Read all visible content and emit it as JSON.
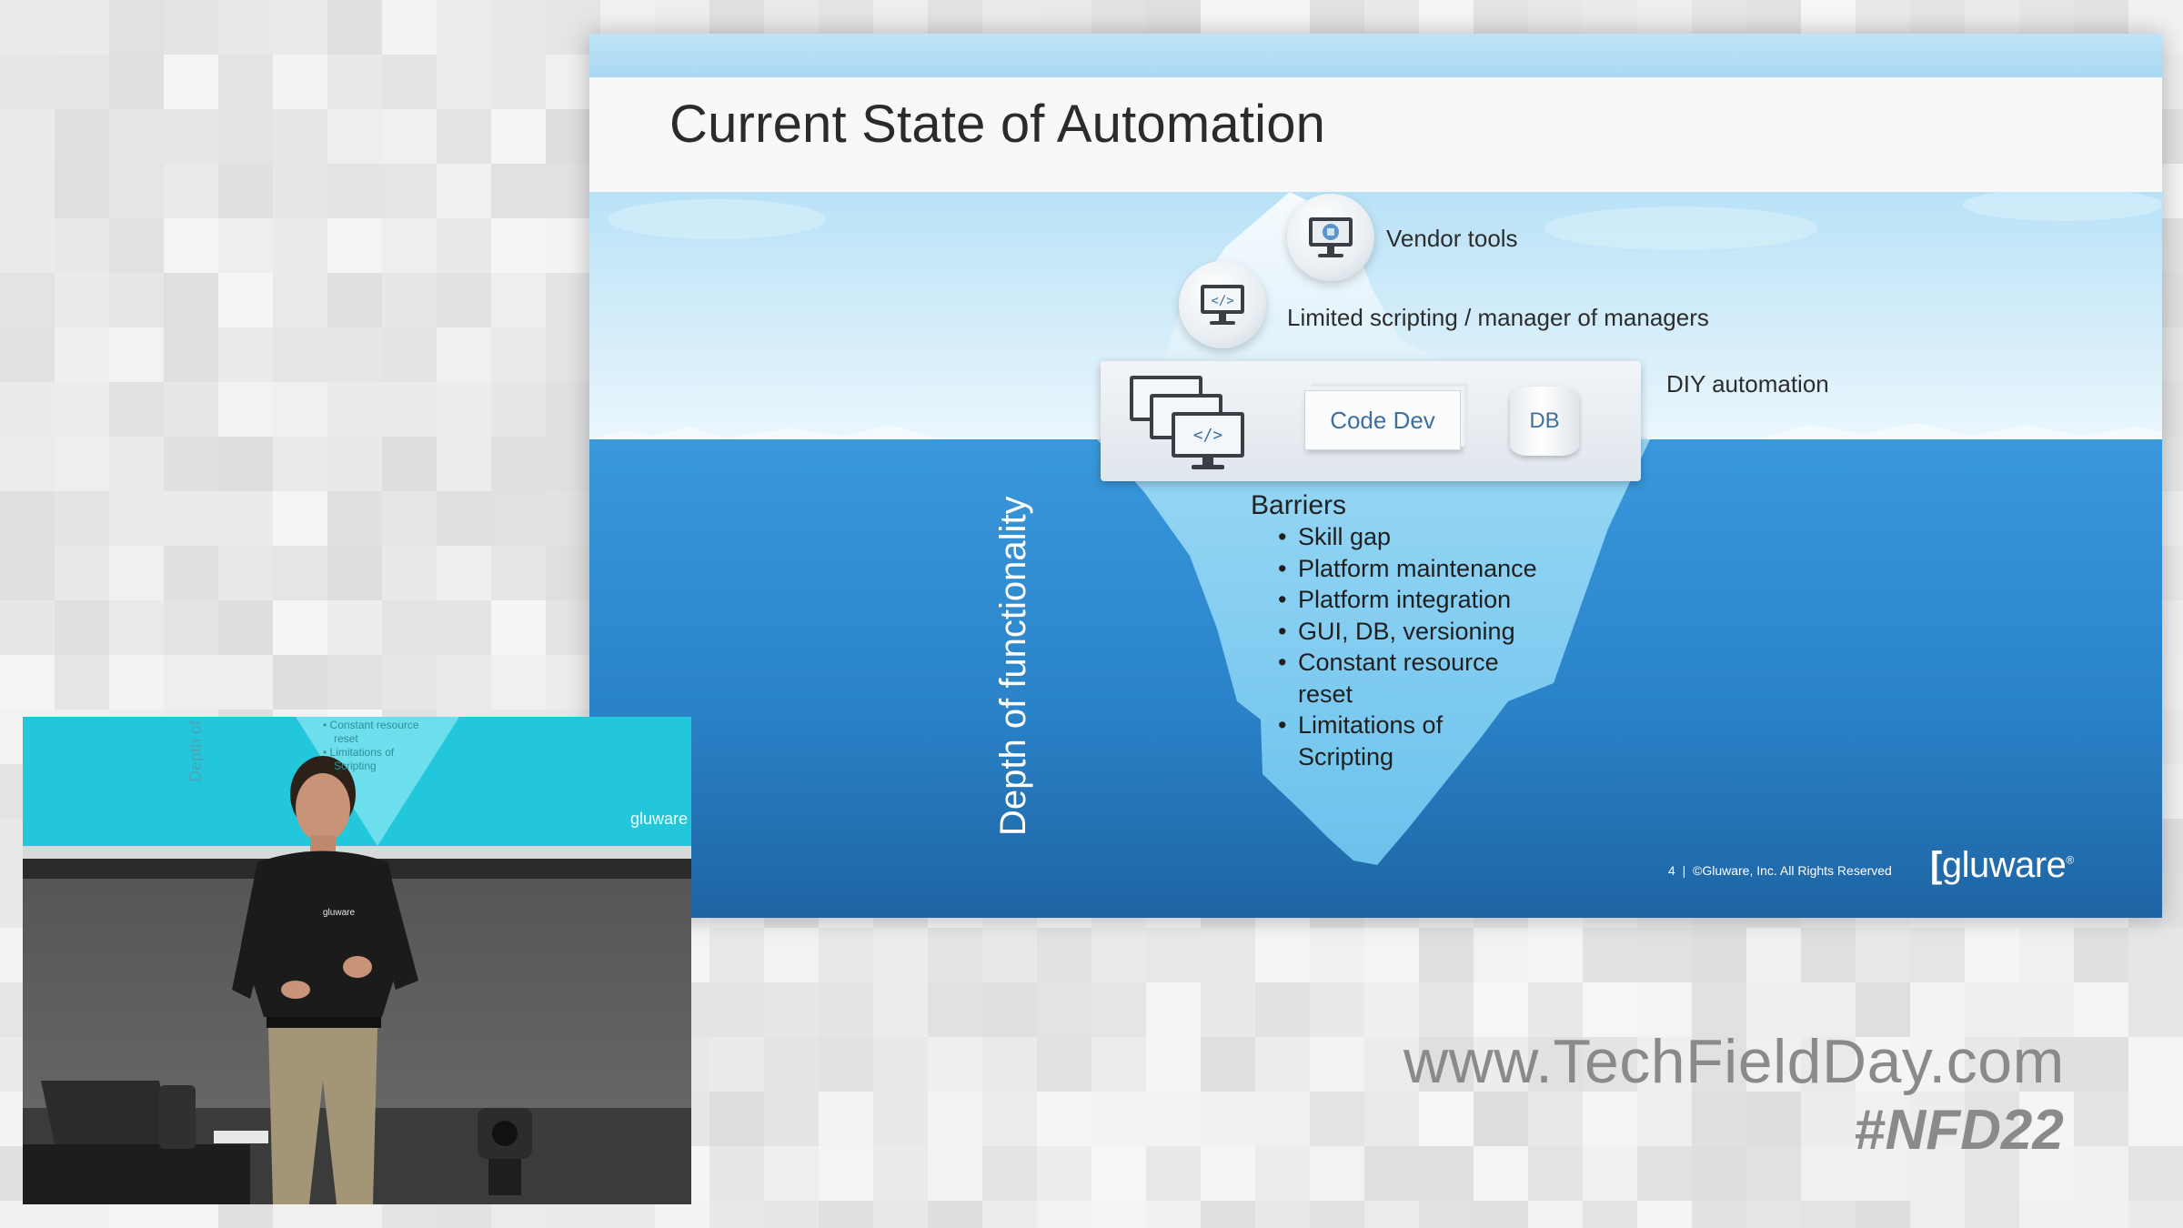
{
  "slide": {
    "title": "Current State of Automation",
    "levels": {
      "vendor_tools": "Vendor tools",
      "limited_scripting": "Limited scripting / manager of managers",
      "diy_automation": "DIY automation"
    },
    "diy_items": {
      "code_dev": "Code Dev",
      "db": "DB"
    },
    "barriers": {
      "title": "Barriers",
      "items": [
        "Skill gap",
        "Platform maintenance",
        "Platform integration",
        "GUI, DB, versioning",
        "Constant resource reset",
        "Limitations of Scripting"
      ]
    },
    "axis_label": "Depth of functionality",
    "footer": {
      "page": "4",
      "copyright": "©Gluware, Inc. All Rights Reserved",
      "brand": "gluware"
    },
    "colors": {
      "sky": "#bfe4f7",
      "water": "#2f8fd6",
      "iceberg": "#8fd3f5"
    }
  },
  "camera_inset": {
    "screen_text": {
      "depth": "Depth of fu",
      "item_a": "• Constant resource",
      "item_b": "reset",
      "item_c": "• Limitations of",
      "item_d": "Scripting",
      "brand": "gluware"
    },
    "shirt_logo": "gluware"
  },
  "watermark": {
    "url": "www.TechFieldDay.com",
    "hashtag": "#NFD22"
  }
}
